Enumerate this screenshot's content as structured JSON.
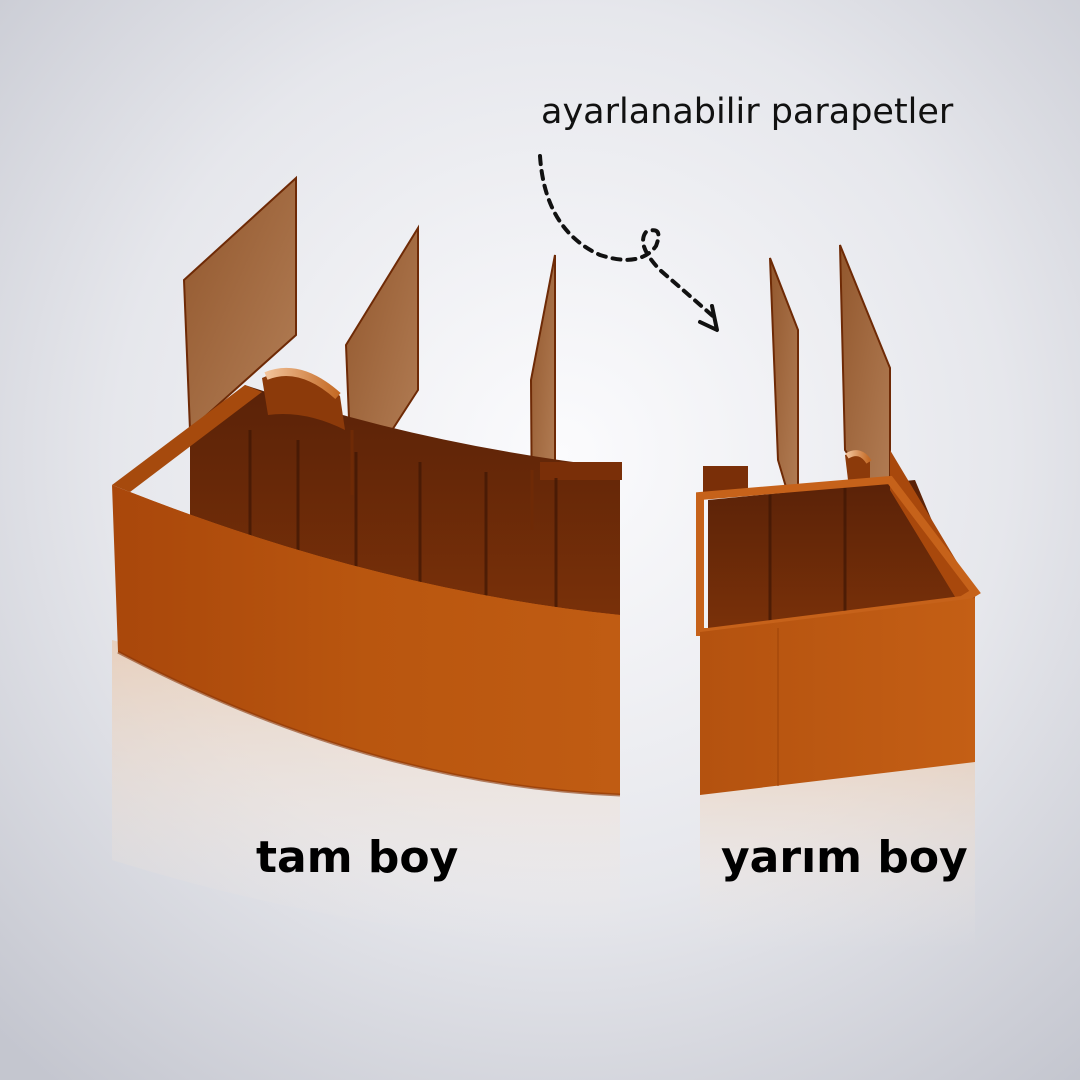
{
  "annotation": "ayarlanabilir parapetler",
  "labels": {
    "left": "tam boy",
    "right": "yarım boy"
  },
  "colors": {
    "background_light": "#f4f5f8",
    "background_dark": "#c7c9d1",
    "product_orange": "#b3520f",
    "product_dark": "#6e2a06",
    "panel_translucent": "#9a5a2a",
    "arrow": "#111111"
  }
}
